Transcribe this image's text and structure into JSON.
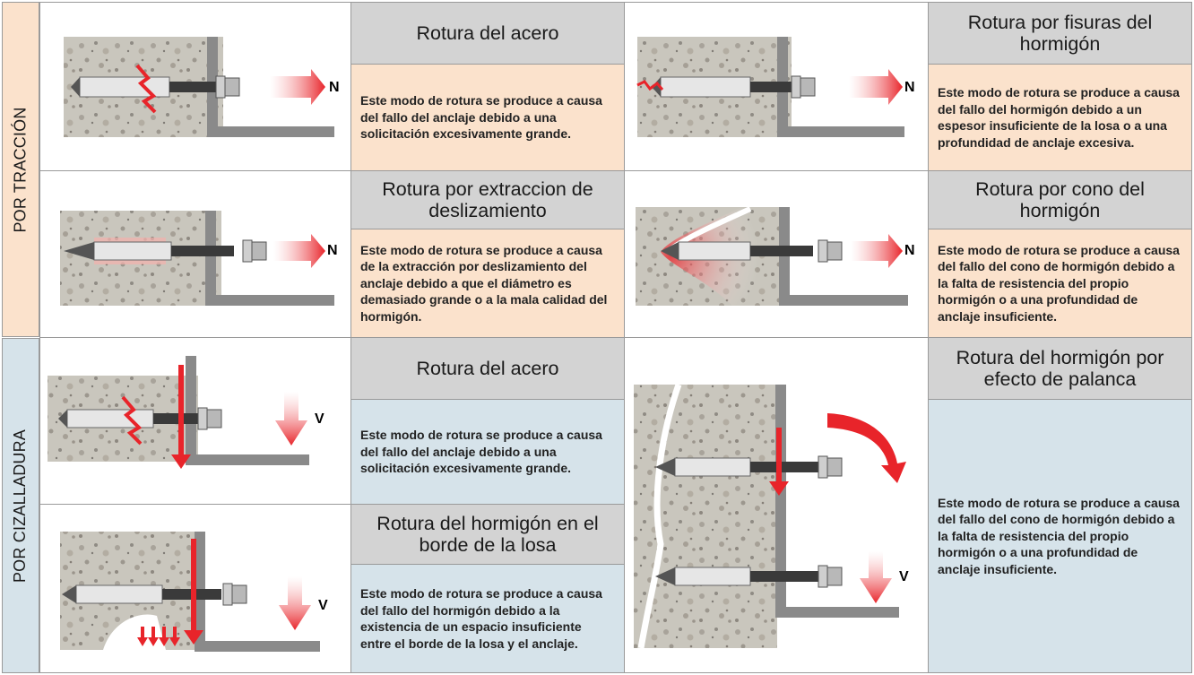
{
  "sections": {
    "traccion": "POR TRACCIÓN",
    "cizalladura": "POR CIZALLADURA"
  },
  "cells": {
    "c1": {
      "title": "Rotura del acero",
      "desc": "Este modo de rotura se produce a causa del fallo del anclaje debido a una solicitación excesivamente grande.",
      "force": "N"
    },
    "c2": {
      "title": "Rotura por fisuras del hormigón",
      "desc": "Este modo de rotura se produce a causa del fallo del hormigón debido a un espesor insuficiente de la losa o a una profundidad de anclaje excesiva.",
      "force": "N"
    },
    "c3": {
      "title": "Rotura por extraccion de deslizamiento",
      "desc": "Este modo de rotura se produce a causa de la extracción por deslizamiento del anclaje debido a que el diámetro es demasiado grande o a la mala calidad del hormigón.",
      "force": "N"
    },
    "c4": {
      "title": "Rotura por cono del hormigón",
      "desc": "Este modo de rotura se produce a causa del fallo del cono de hormigón debido a la falta de resistencia del propio hormigón o a una profundidad de anclaje insuficiente.",
      "force": "N"
    },
    "c5": {
      "title": "Rotura del acero",
      "desc": "Este modo de rotura se produce a causa del fallo del anclaje debido a una solicitación excesivamente grande.",
      "force": "V"
    },
    "c6": {
      "title": "Rotura del hormigón en el borde de la losa",
      "desc": "Este modo de rotura se produce a causa del fallo del hormigón debido a la existencia de un espacio insuficiente entre el borde de la losa y el anclaje.",
      "force": "V"
    },
    "c7": {
      "title": "Rotura del hormigón por efecto de palanca",
      "desc": "Este modo de rotura se produce a causa del fallo del cono de hormigón debido a la falta de resistencia del propio hormigón o a una profundidad de anclaje insuficiente.",
      "force": "V"
    }
  },
  "colors": {
    "peach": "#fbe2cc",
    "blue": "#d6e3ea",
    "title_gray": "#d3d3d3",
    "arrow_red": "#e8242a",
    "plate_gray": "#8a8a8a"
  }
}
